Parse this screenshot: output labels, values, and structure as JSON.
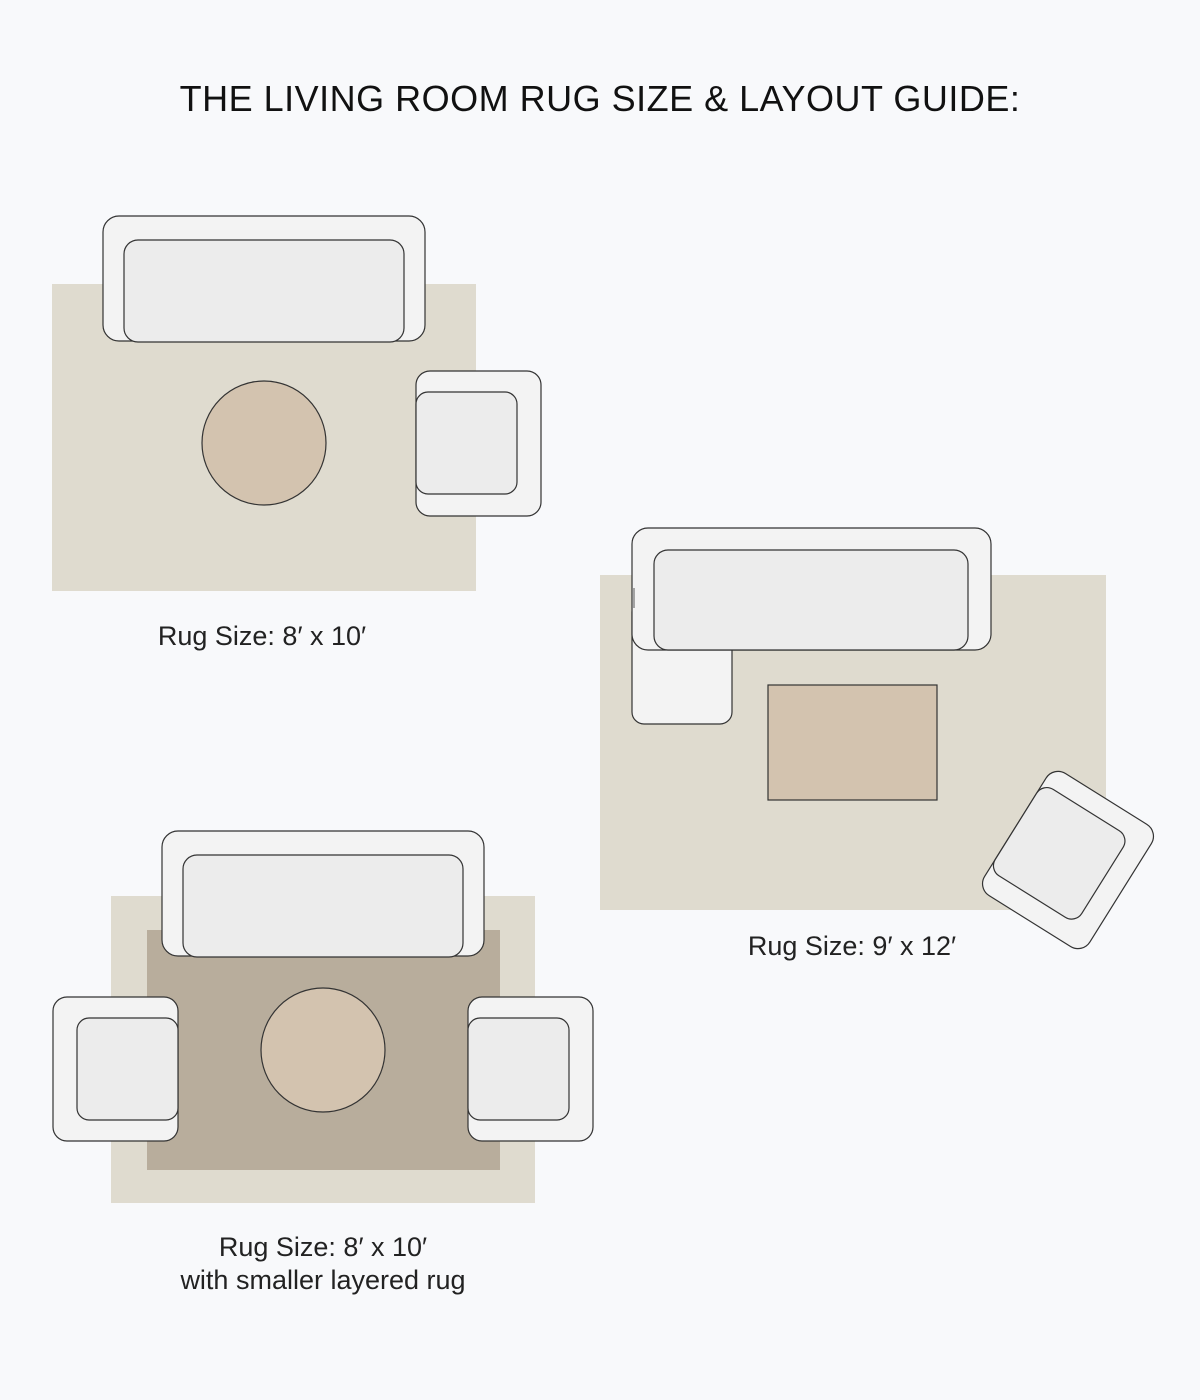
{
  "title": "THE LIVING ROOM RUG SIZE & LAYOUT GUIDE:",
  "colors": {
    "background": "#f8f9fb",
    "rug_light": "#dfdbcf",
    "rug_dark": "#b8ad9c",
    "coffee_table": "#d3c3af",
    "furniture_fill": "#f3f3f3",
    "cushion_fill": "#ececec",
    "outline": "#333333"
  },
  "layouts": [
    {
      "caption": "Rug Size: 8′ x 10′"
    },
    {
      "caption": "Rug Size: 9′ x 12′"
    },
    {
      "caption_line1": "Rug Size: 8′ x 10′",
      "caption_line2": "with smaller layered rug"
    }
  ]
}
